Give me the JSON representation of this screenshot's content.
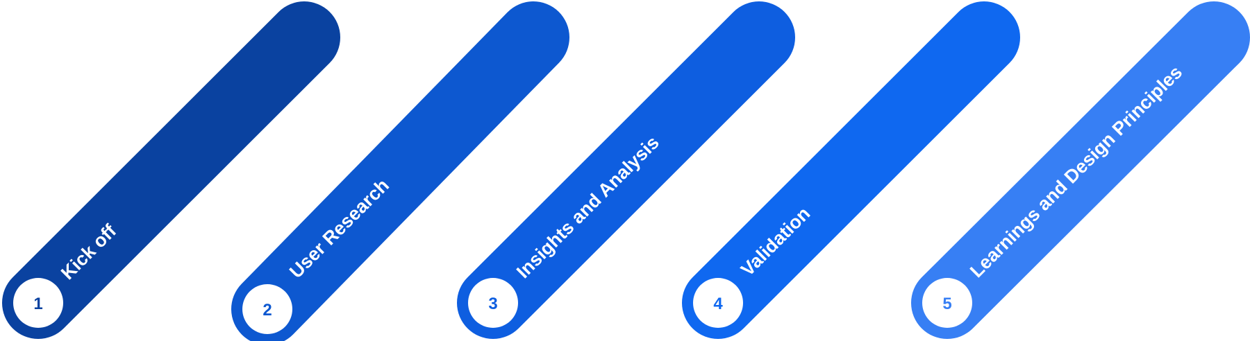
{
  "steps": [
    {
      "number": "1",
      "label": "Kick off",
      "color": "#0a42a0"
    },
    {
      "number": "2",
      "label": "User Research",
      "color": "#0d58d0"
    },
    {
      "number": "3",
      "label": "Insights and Analysis",
      "color": "#0e5ee0"
    },
    {
      "number": "4",
      "label": "Validation",
      "color": "#0f68f0"
    },
    {
      "number": "5",
      "label": "Learnings and Design Principles",
      "color": "#377ff4"
    }
  ]
}
